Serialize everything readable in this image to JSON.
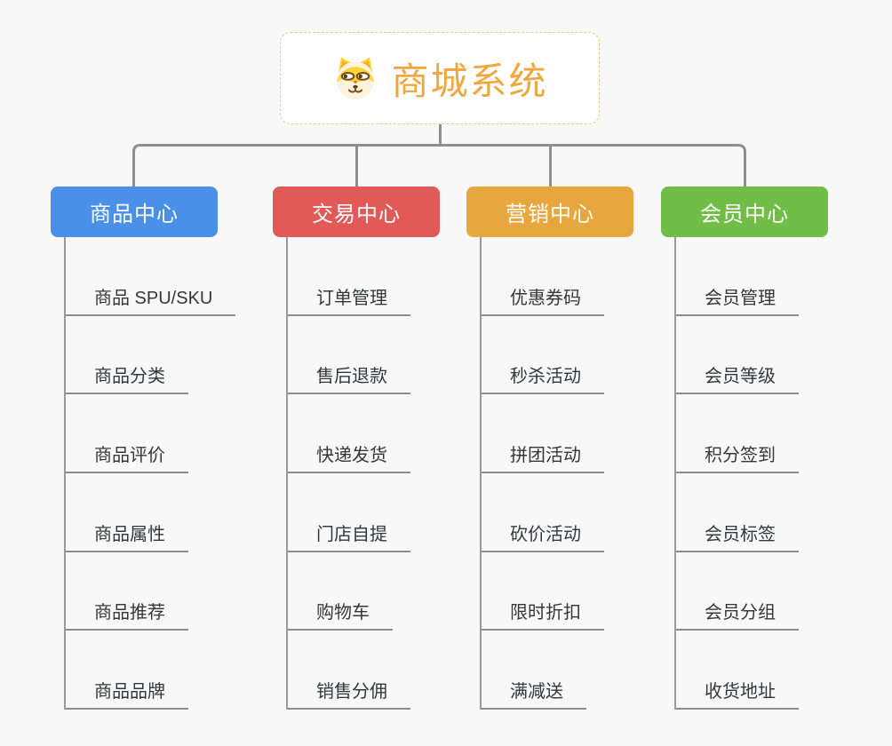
{
  "root": {
    "title": "商城系统",
    "icon": "dog-icon"
  },
  "branches": [
    {
      "label": "商品中心",
      "color": "#4A8FE8",
      "children": [
        "商品 SPU/SKU",
        "商品分类",
        "商品评价",
        "商品属性",
        "商品推荐",
        "商品品牌"
      ]
    },
    {
      "label": "交易中心",
      "color": "#E15A57",
      "children": [
        "订单管理",
        "售后退款",
        "快递发货",
        "门店自提",
        "购物车",
        "销售分佣"
      ]
    },
    {
      "label": "营销中心",
      "color": "#E8A63F",
      "children": [
        "优惠券码",
        "秒杀活动",
        "拼团活动",
        "砍价活动",
        "限时折扣",
        "满减送"
      ]
    },
    {
      "label": "会员中心",
      "color": "#70BE48",
      "children": [
        "会员管理",
        "会员等级",
        "积分签到",
        "会员标签",
        "会员分组",
        "收货地址"
      ]
    }
  ],
  "colors": {
    "background": "#F8F8F8",
    "root_text": "#F0A83E",
    "root_border": "#F5C87E",
    "connector": "#8F8F8F",
    "child_line": "#9A9A9A",
    "child_underline": "#8C8C8C",
    "child_text": "#33373C",
    "node_text": "#FFFFFF"
  }
}
